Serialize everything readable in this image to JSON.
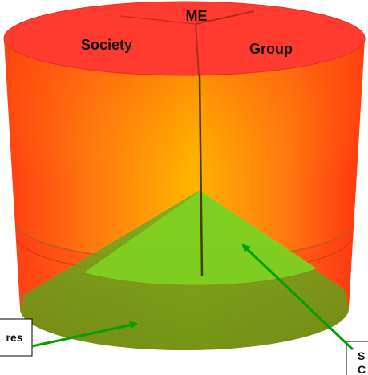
{
  "diagram": {
    "top_labels": {
      "me": "ME",
      "society": "Society",
      "group": "Group"
    },
    "callouts": {
      "left": "res",
      "right_line1": "S",
      "right_line2": "C"
    },
    "colors": {
      "top_face": "#ff3b2f",
      "side_edge": "#ff3a1a",
      "side_center": "#ffb400",
      "green_wedge": "#7ed321",
      "green_base": "#6aa21a",
      "arrow": "#00a000",
      "divider": "#4a3a1a"
    }
  }
}
